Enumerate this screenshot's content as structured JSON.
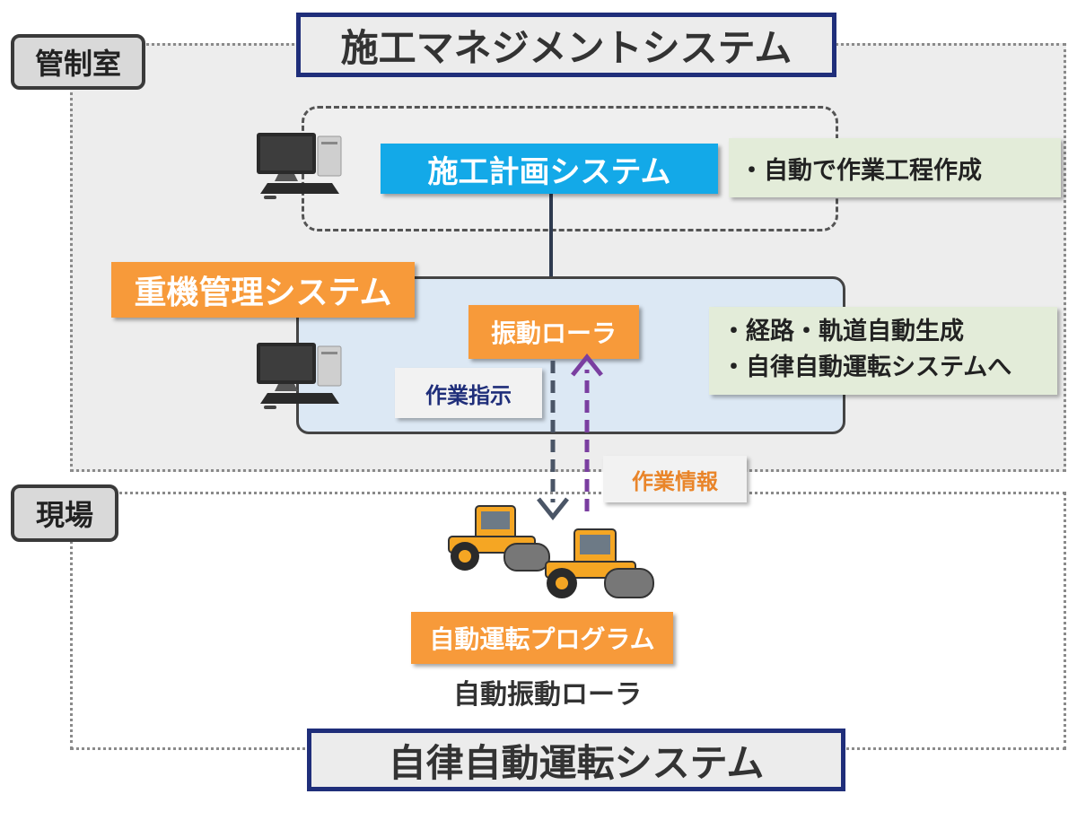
{
  "zones": {
    "control_room": "管制室",
    "site": "現場"
  },
  "titles": {
    "top": "施工マネジメントシステム",
    "bottom": "自律自動運転システム"
  },
  "planning": {
    "label": "施工計画システム",
    "note": "・自動で作業工程作成"
  },
  "management": {
    "label": "重機管理システム",
    "roller": "振動ローラ",
    "notes": [
      "・経路・軌道自動生成",
      "・自律自動運転システムへ"
    ]
  },
  "arrows": {
    "instruction": "作業指示",
    "info": "作業情報"
  },
  "site": {
    "program": "自動運転プログラム",
    "caption": "自動振動ローラ"
  },
  "icons": [
    "computer-icon",
    "computer-icon",
    "road-roller-icon",
    "road-roller-icon"
  ],
  "colors": {
    "title_border": "#1f2e7a",
    "planning_blue": "#13a9e8",
    "orange": "#f79a3a",
    "note_green": "#e3ecd9",
    "instruction_arrow": "#4a5566",
    "info_arrow": "#7a3ea0"
  }
}
